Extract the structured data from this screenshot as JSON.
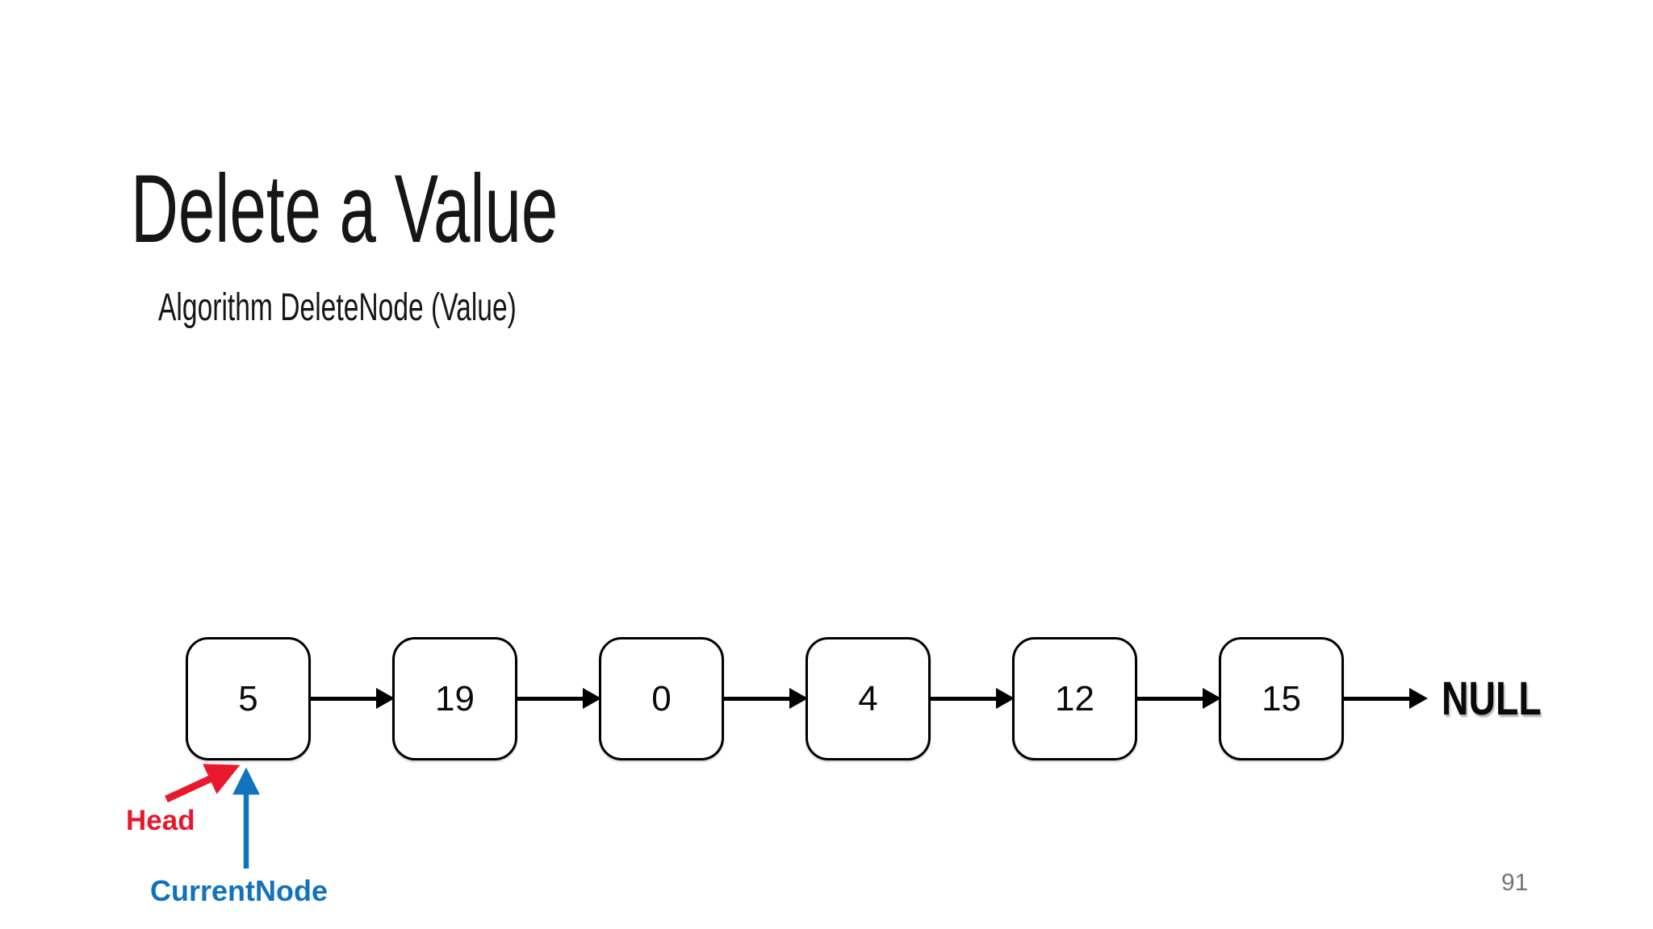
{
  "slide": {
    "title": "Delete a Value",
    "subtitle": "Algorithm DeleteNode (Value)",
    "page_number": "91"
  },
  "linked_list": {
    "nodes": [
      "5",
      "19",
      "0",
      "4",
      "12",
      "15"
    ],
    "terminator": "NULL",
    "node_border_color": "#000000",
    "node_fill_color": "#ffffff",
    "link_arrow_color": "#000000"
  },
  "pointers": {
    "head": {
      "label": "Head",
      "color": "#e8192c",
      "target_node": "5"
    },
    "current": {
      "label": "CurrentNode",
      "color": "#1272bd",
      "target_node": "5"
    }
  }
}
